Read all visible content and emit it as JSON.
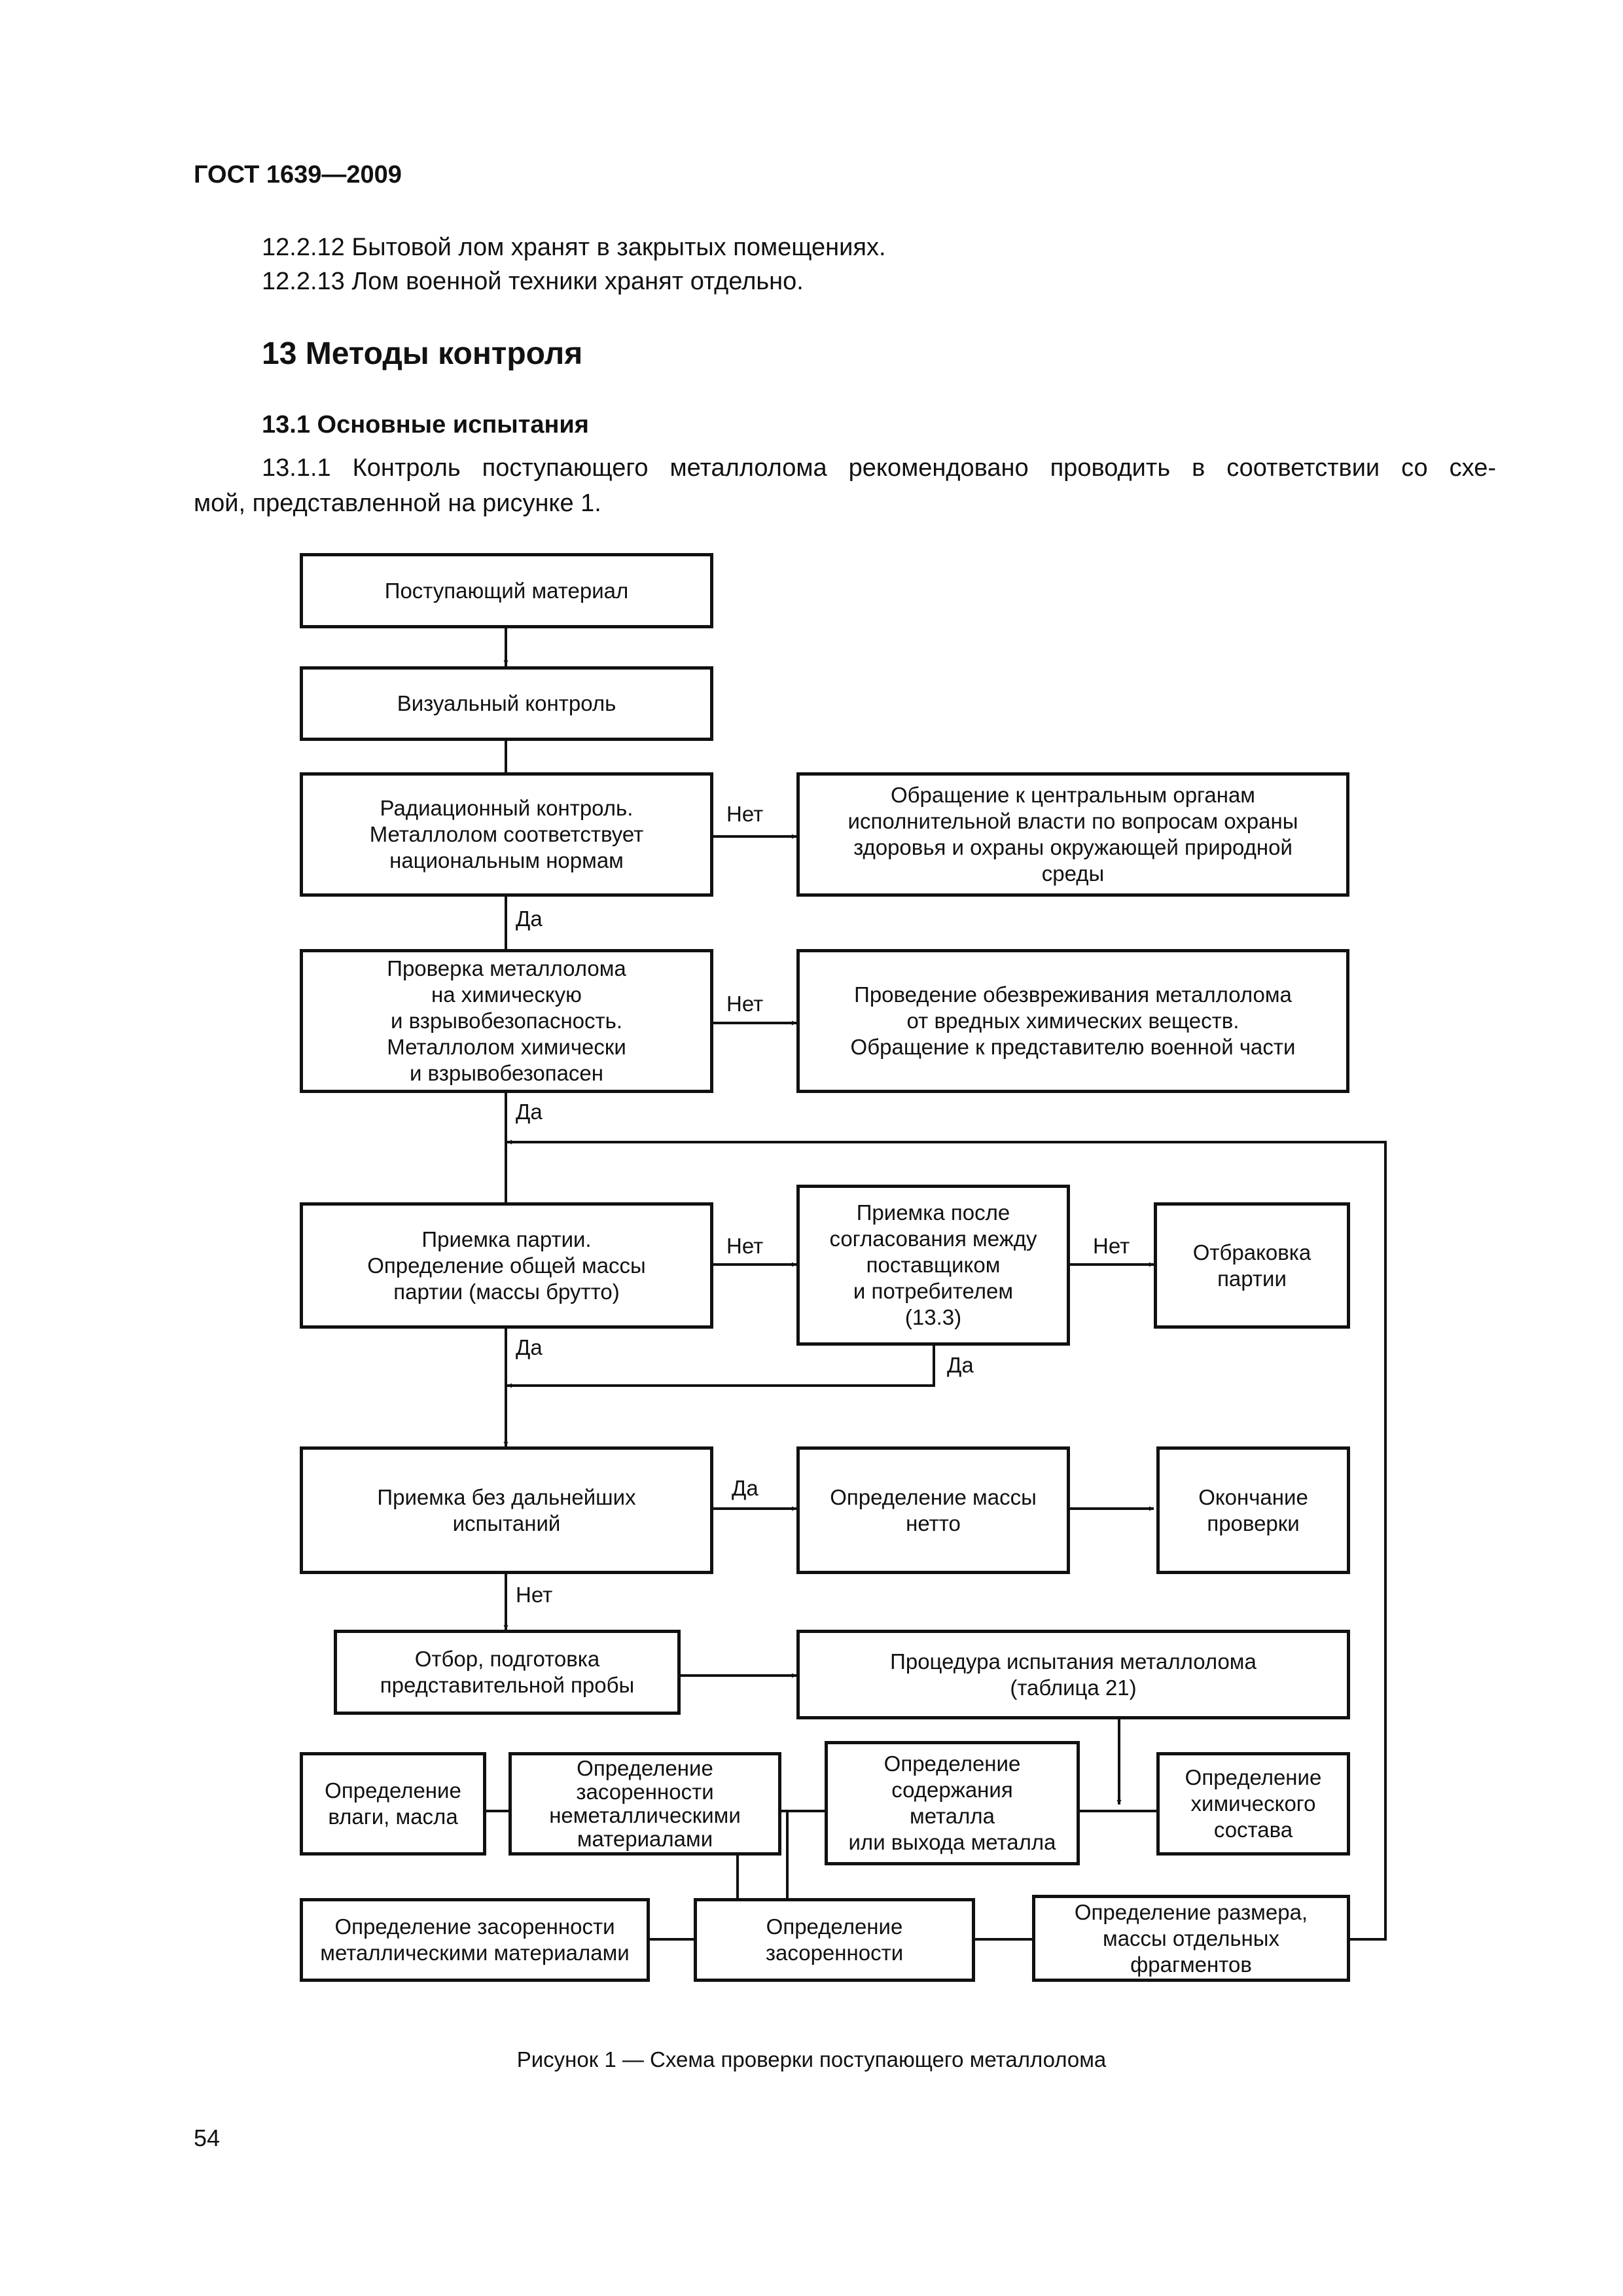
{
  "header": {
    "doc_id": "ГОСТ 1639—2009"
  },
  "paragraphs": {
    "p12_2_12": "12.2.12  Бытовой лом хранят в закрытых помещениях.",
    "p12_2_13": "12.2.13  Лом военной техники хранят отдельно.",
    "section_title": "13  Методы контроля",
    "subsection_title": "13.1  Основные испытания",
    "p13_1_1_line1": "13.1.1  Контроль поступающего металлолома рекомендовано проводить в соответствии со схе-",
    "p13_1_1_line2": "мой, представленной на рисунке 1."
  },
  "flowchart": {
    "boxes": {
      "incoming": "Поступающий материал",
      "visual": "Визуальный контроль",
      "radiation": "Радиационный контроль.\nМеталлолом соответствует\nнациональным нормам",
      "authorities": "Обращение к центральным органам\nисполнительной власти по вопросам охраны\nздоровья и охраны окружающей природной\nсреды",
      "chemical": "Проверка металлолома\nна химическую\nи взрывобезопасность.\nМеталлолом химически\nи взрывобезопасен",
      "neutralize": "Проведение обезвреживания металлолома\nот вредных химических веществ.\nОбращение к представителю военной части",
      "acceptance": "Приемка партии.\nОпределение общей массы\nпартии (массы брутто)",
      "agreement": "Приемка после\nсогласования между\nпоставщиком\nи потребителем\n(13.3)",
      "reject": "Отбраковка\nпартии",
      "no_tests": "Приемка без дальнейших\nиспытаний",
      "net_mass": "Определение массы\nнетто",
      "end": "Окончание\nпроверки",
      "sampling": "Отбор, подготовка\nпредставительной пробы",
      "procedure": "Процедура испытания металлолома\n(таблица 21)",
      "moisture": "Определение\nвлаги, масла",
      "nonmetal": "Определение\nзасоренности\nнеметаллическими\nматериалами",
      "metal_content": "Определение\nсодержания\nметалла\nили выхода металла",
      "chem_comp": "Определение\nхимического\nсостава",
      "metal_contam": "Определение засоренности\nметаллическими материалами",
      "contamination": "Определение\nзасоренности",
      "fragments": "Определение размера,\nмассы отдельных\nфрагментов"
    },
    "labels": {
      "yes": "Да",
      "no": "Нет"
    }
  },
  "caption": "Рисунок 1 — Схема проверки поступающего металлолома",
  "page_number": "54"
}
